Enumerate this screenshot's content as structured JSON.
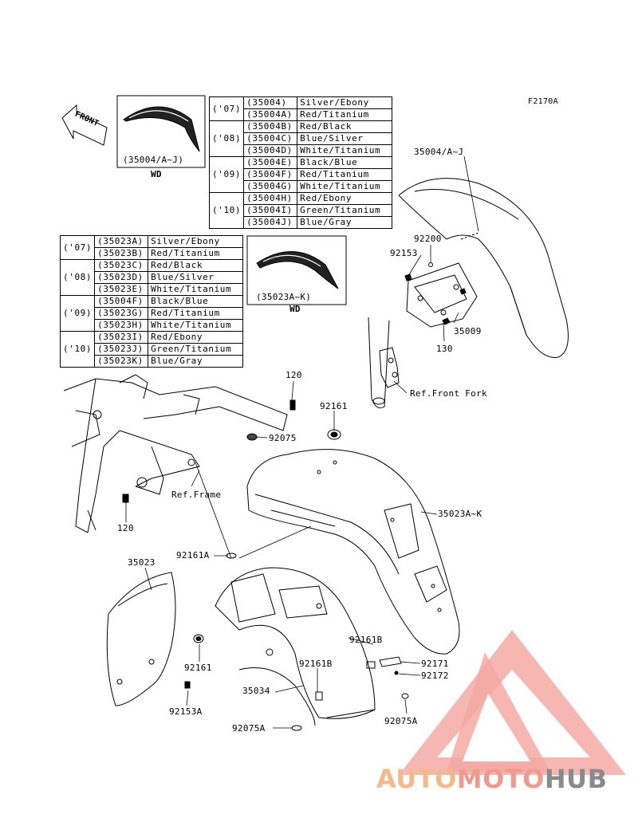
{
  "figure_code": "F2170A",
  "front_label": "FRONT",
  "wd_label": "WD",
  "inset_front_part": "(35004/A~J)",
  "inset_rear_part": "(35023A~K)",
  "table_front": [
    {
      "year": "('07)",
      "rows": [
        {
          "part": "(35004)",
          "color": "Silver/Ebony"
        },
        {
          "part": "(35004A)",
          "color": "Red/Titanium"
        }
      ]
    },
    {
      "year": "('08)",
      "rows": [
        {
          "part": "(35004B)",
          "color": "Red/Black"
        },
        {
          "part": "(35004C)",
          "color": "Blue/Silver"
        },
        {
          "part": "(35004D)",
          "color": "White/Titanium"
        }
      ]
    },
    {
      "year": "('09)",
      "rows": [
        {
          "part": "(35004E)",
          "color": "Black/Blue"
        },
        {
          "part": "(35004F)",
          "color": "Red/Titanium"
        },
        {
          "part": "(35004G)",
          "color": "White/Titanium"
        }
      ]
    },
    {
      "year": "('10)",
      "rows": [
        {
          "part": "(35004H)",
          "color": "Red/Ebony"
        },
        {
          "part": "(35004I)",
          "color": "Green/Titanium"
        },
        {
          "part": "(35004J)",
          "color": "Blue/Gray"
        }
      ]
    }
  ],
  "table_rear": [
    {
      "year": "('07)",
      "rows": [
        {
          "part": "(35023A)",
          "color": "Silver/Ebony"
        },
        {
          "part": "(35023B)",
          "color": "Red/Titanium"
        }
      ]
    },
    {
      "year": "('08)",
      "rows": [
        {
          "part": "(35023C)",
          "color": "Red/Black"
        },
        {
          "part": "(35023D)",
          "color": "Blue/Silver"
        },
        {
          "part": "(35023E)",
          "color": "White/Titanium"
        }
      ]
    },
    {
      "year": "('09)",
      "rows": [
        {
          "part": "(35004F)",
          "color": "Black/Blue"
        },
        {
          "part": "(35023G)",
          "color": "Red/Titanium"
        },
        {
          "part": "(35023H)",
          "color": "White/Titanium"
        }
      ]
    },
    {
      "year": "('10)",
      "rows": [
        {
          "part": "(35023I)",
          "color": "Red/Ebony"
        },
        {
          "part": "(35023J)",
          "color": "Green/Titanium"
        },
        {
          "part": "(35023K)",
          "color": "Blue/Gray"
        }
      ]
    }
  ],
  "callouts": {
    "p35004": "35004/A~J",
    "p92200": "92200",
    "p92153": "92153",
    "p35009": "35009",
    "p130": "130",
    "p_front_fork": "Ref.Front Fork",
    "p120_top": "120",
    "p92161_top": "92161",
    "p92075_top": "92075",
    "p_frame": "Ref.Frame",
    "p120_bottom": "120",
    "p35023A_K": "35023A~K",
    "p92161A": "92161A",
    "p35023": "35023",
    "p92161_mid": "92161",
    "p92161B_right": "92161B",
    "p92171": "92171",
    "p92172": "92172",
    "p92161B_mid": "92161B",
    "p35034": "35034",
    "p92153A": "92153A",
    "p92075A_right": "92075A",
    "p92075A_left": "92075A"
  },
  "watermark": {
    "part1": "AUTO",
    "part2": "MOTO",
    "part3": "HUB",
    "colors": {
      "auto": "#f5b88a",
      "moto": "#f09a8e",
      "hub": "#8a8a8a",
      "logo": "#f08a85"
    }
  }
}
